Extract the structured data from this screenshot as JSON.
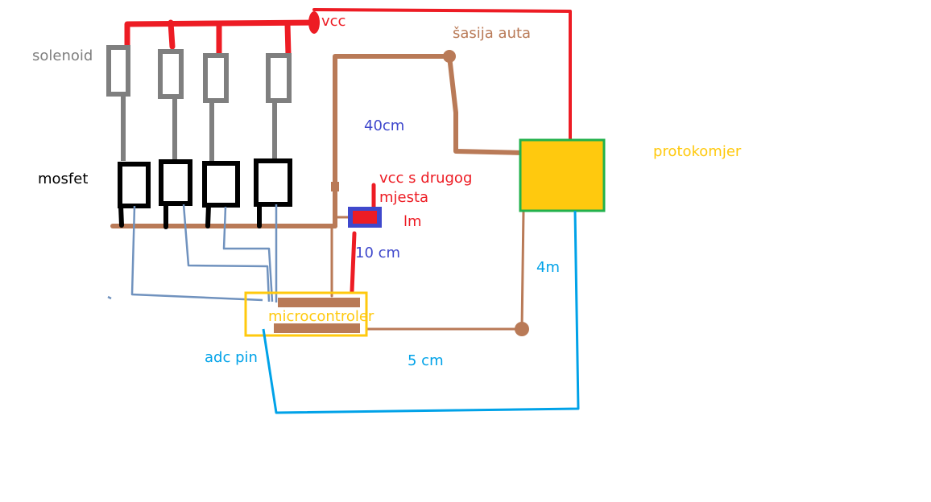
{
  "colors": {
    "vcc": "#ed1c24",
    "chassis": "#b97a57",
    "solenoid": "#7f7f7f",
    "mosfet": "#000000",
    "gate": "#7092be",
    "adc": "#00a2e8",
    "mcu_border": "#ffc90e",
    "flow_fill": "#ffc90e",
    "flow_border": "#22b14c",
    "lm_box": "#3f48cc",
    "dim_label": "#3f48cc"
  },
  "labels": {
    "vcc": "vcc",
    "chassis": "šasija auta",
    "solenoid": "solenoid",
    "mosfet": "mosfet",
    "dist_40": "40cm",
    "vcc_other_line1": "vcc s drugog",
    "vcc_other_line2": "mjesta",
    "lm": "lm",
    "dist_10": "10 cm",
    "flowmeter": "protokomjer",
    "dist_4m": "4m",
    "microcontroller": "microcontroler",
    "adc_pin": "adc pin",
    "dist_5": "5 cm"
  }
}
